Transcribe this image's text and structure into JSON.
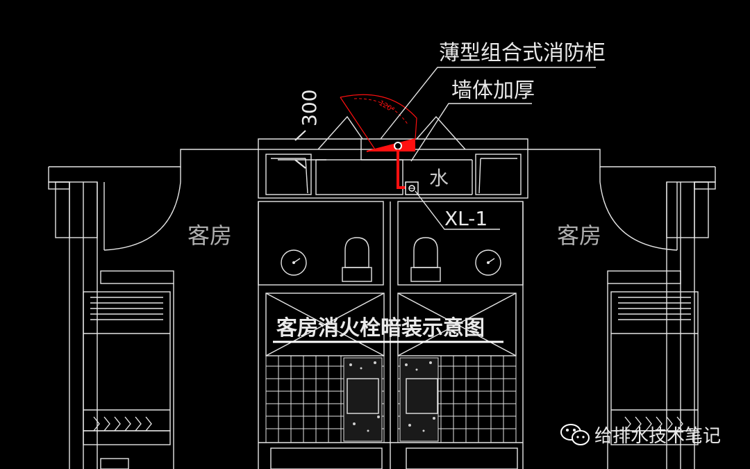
{
  "labels": {
    "cabinet": "薄型组合式消防柜",
    "wall": "墙体加厚",
    "dimension": "300",
    "angle": "120°",
    "water": "水",
    "riser": "XL-1",
    "room_left": "客房",
    "room_right": "客房",
    "title": "客房消火栓暗装示意图"
  },
  "watermark": {
    "text": "给排水技术笔记",
    "icon": "wechat-icon"
  },
  "colors": {
    "background": "#000000",
    "lines": "#e6e6e6",
    "highlight": "#ff1010"
  }
}
